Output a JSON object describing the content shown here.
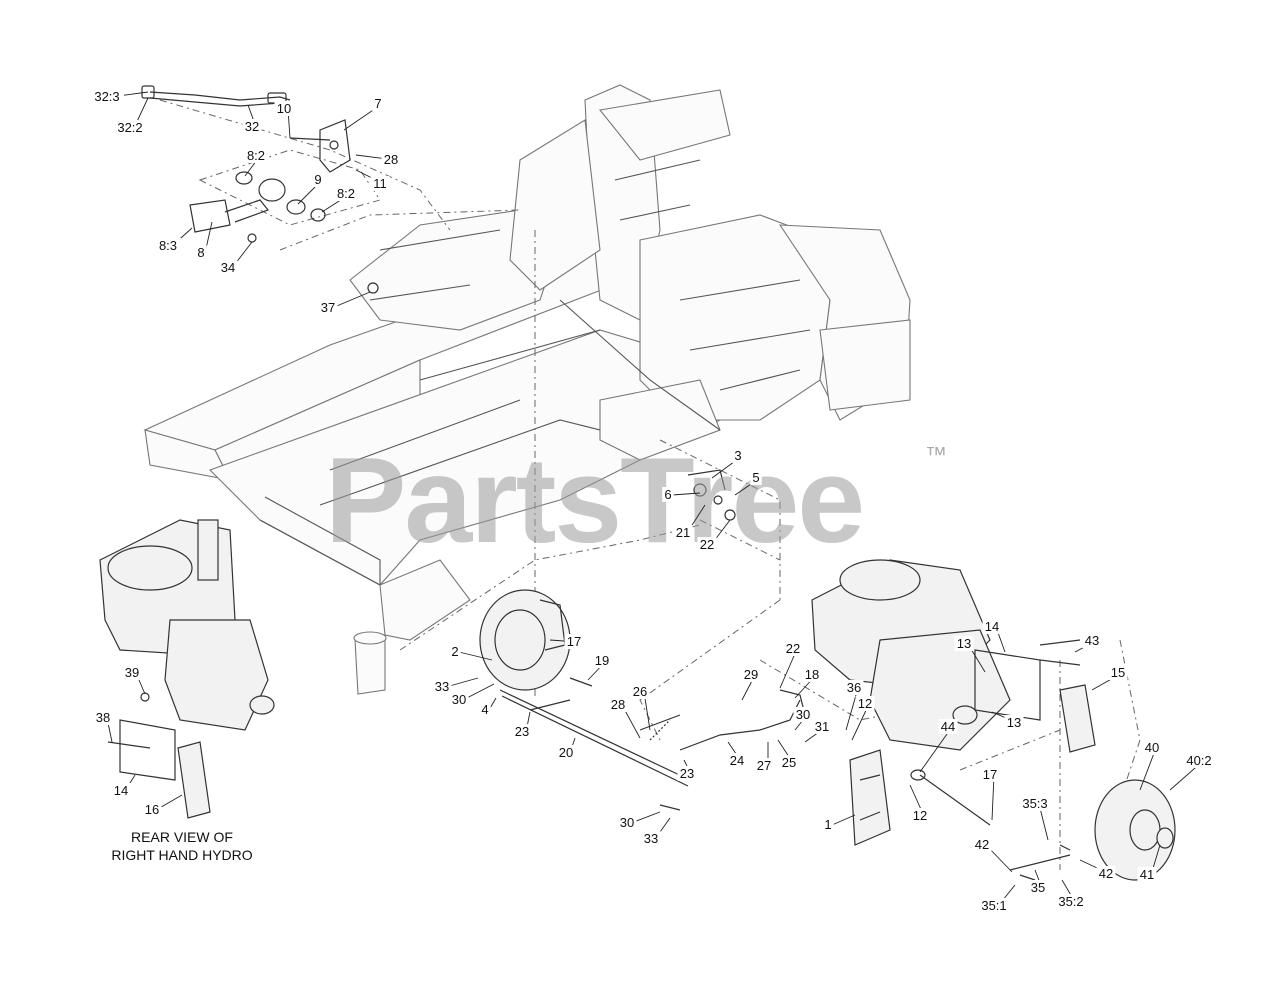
{
  "watermark": {
    "text": "PartsTree",
    "trademark": "™"
  },
  "caption": {
    "line1": "REAR VIEW OF",
    "line2": "RIGHT HAND HYDRO"
  },
  "callouts": [
    "32:3",
    "32:2",
    "32",
    "10",
    "7",
    "8:2",
    "28",
    "11",
    "9",
    "8:2",
    "8:3",
    "8",
    "34",
    "37",
    "3",
    "5",
    "6",
    "21",
    "22",
    "2",
    "17",
    "19",
    "33",
    "30",
    "4",
    "23",
    "20",
    "26",
    "28",
    "30",
    "33",
    "29",
    "22",
    "18",
    "30",
    "31",
    "23",
    "24",
    "27",
    "25",
    "36",
    "12",
    "13",
    "14",
    "43",
    "15",
    "13",
    "44",
    "12",
    "17",
    "1",
    "40",
    "40:2",
    "35:3",
    "42",
    "42",
    "35",
    "35:1",
    "35:2",
    "41",
    "39",
    "38",
    "14",
    "16"
  ]
}
